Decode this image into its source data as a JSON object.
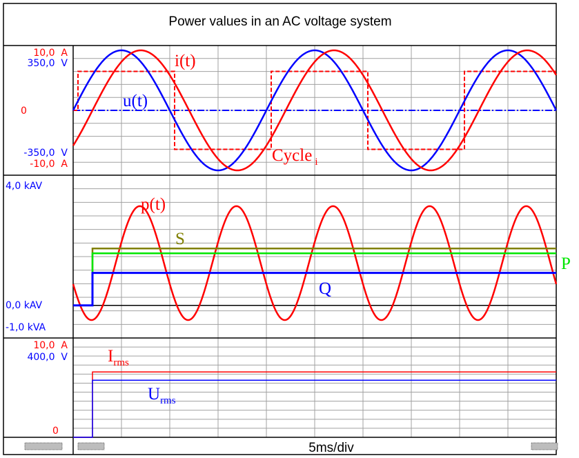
{
  "title": "Power values in an AC voltage system",
  "time_label": "5ms/div",
  "colors": {
    "red": "#ff0000",
    "blue": "#0000ff",
    "olive": "#808000",
    "green": "#00e600",
    "grid": "#a0a0a0",
    "frame": "#000000"
  },
  "chart_data": [
    {
      "type": "line",
      "panel": "voltage-current",
      "axis_labels": {
        "current_top": "10,0  A",
        "voltage_top": "350,0  V",
        "zero": "0",
        "voltage_bottom": "-350,0  V",
        "current_bottom": "-10,0  A"
      },
      "ylim_voltage": [
        -350,
        350
      ],
      "ylim_current": [
        -10,
        10
      ],
      "x_unit": "ms",
      "xlim": [
        0,
        50
      ],
      "series": [
        {
          "name": "u(t)",
          "kind": "sine",
          "amplitude": 350,
          "frequency_hz": 50,
          "phase_ms": 0
        },
        {
          "name": "i(t)",
          "kind": "sine",
          "amplitude": 10,
          "frequency_hz": 50,
          "phase_ms": -2
        },
        {
          "name": "Cycle",
          "subscript": "i",
          "kind": "square",
          "levels": [
            0,
            6.5,
            -6.5
          ],
          "start_ms": 0.5,
          "period_ms": 20
        }
      ]
    },
    {
      "type": "line",
      "panel": "power",
      "axis_labels": {
        "top": "4,0 kAV",
        "zero": "0,0 kAV",
        "bottom": "-1,0 kVA"
      },
      "ylim": [
        -1,
        4
      ],
      "x_unit": "ms",
      "xlim": [
        0,
        50
      ],
      "series": [
        {
          "name": "p(t)",
          "kind": "sine_power",
          "mean": 1.3,
          "amplitude": 1.75,
          "frequency_hz": 100
        },
        {
          "name": "S",
          "kind": "step",
          "start_ms": 2,
          "value": 1.75
        },
        {
          "name": "P",
          "kind": "step",
          "start_ms": 2,
          "value": 1.6
        },
        {
          "name": "Q",
          "kind": "step",
          "start_ms": 2,
          "value": 1.0
        }
      ]
    },
    {
      "type": "line",
      "panel": "rms",
      "axis_labels": {
        "current_top": "10,0  A",
        "voltage_top": "400,0  V",
        "zero": "0"
      },
      "ylim_voltage": [
        0,
        400
      ],
      "ylim_current": [
        0,
        10
      ],
      "x_unit": "ms",
      "xlim": [
        0,
        50
      ],
      "series": [
        {
          "name": "I",
          "subscript": "rms",
          "kind": "step",
          "start_ms": 2,
          "value": 7.07
        },
        {
          "name": "U",
          "subscript": "rms",
          "kind": "step",
          "start_ms": 2,
          "value": 247
        }
      ]
    }
  ]
}
